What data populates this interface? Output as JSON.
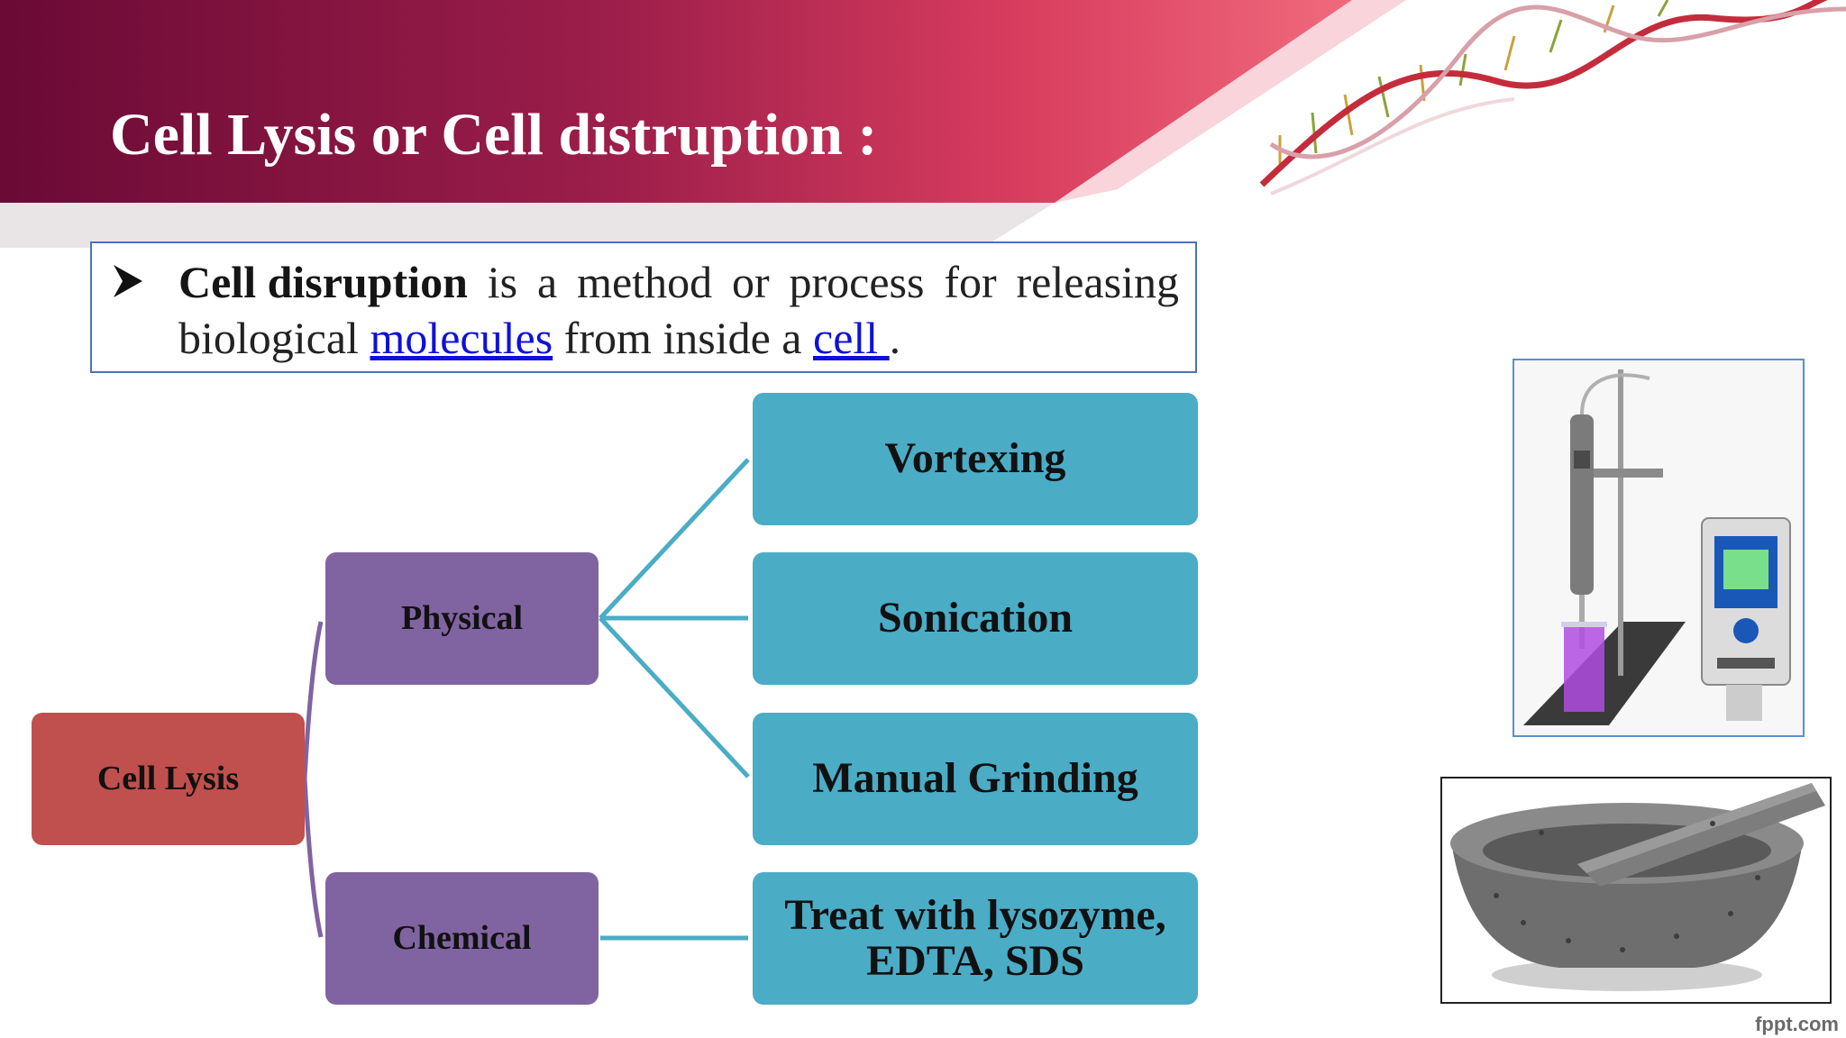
{
  "slide": {
    "title": "Cell Lysis or Cell distruption :",
    "footer": "fppt.com"
  },
  "definition": {
    "bullet_icon": "arrowhead-bullet-icon",
    "line1_words": [
      "Cell disruption",
      "is",
      "a",
      "method",
      "or",
      "process",
      "for",
      "releasing"
    ],
    "line2_prefix": "biological ",
    "link_molecules": "molecules",
    "line2_mid": " from inside a ",
    "link_cell": "cell ",
    "line2_end": "."
  },
  "diagram": {
    "root": "Cell Lysis",
    "physical": "Physical",
    "chemical": "Chemical",
    "leaves": {
      "vortexing": "Vortexing",
      "sonication": "Sonication",
      "manual_grinding": "Manual Grinding",
      "treat_line1": "Treat with lysozyme,",
      "treat_line2": "EDTA, SDS"
    }
  },
  "images": {
    "sonicator": "probe-sonicator-image",
    "mortar": "mortar-and-pestle-image"
  },
  "colors": {
    "banner_dark": "#6a0a35",
    "banner_light": "#e0506a",
    "root_fill": "#c0504d",
    "mid_fill": "#8064a2",
    "leaf_fill": "#4bacc6",
    "connector_teal": "#4bacc6",
    "connector_purple": "#8064a2",
    "box_border": "#4b72b8",
    "link": "#1010d8"
  }
}
